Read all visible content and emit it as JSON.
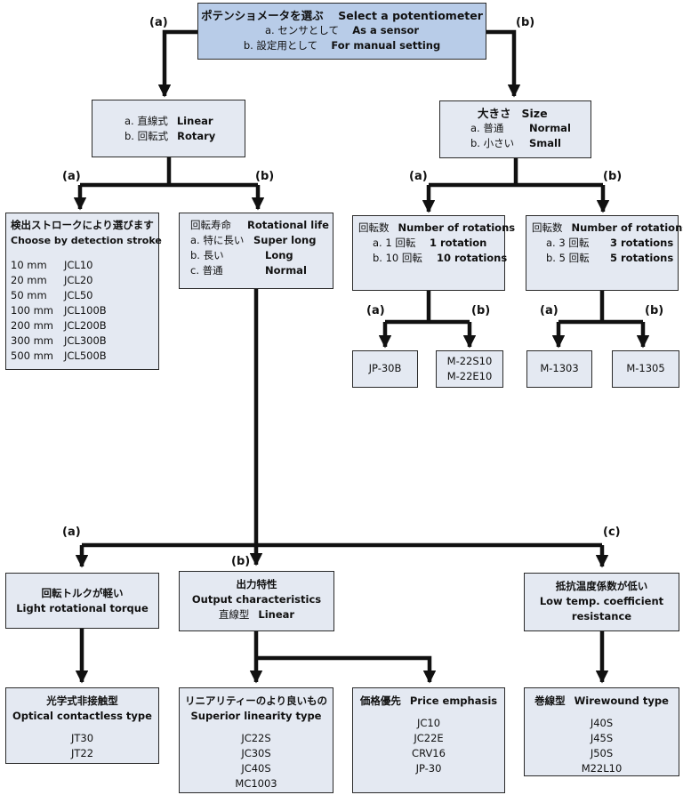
{
  "branch_labels": {
    "a": "(a)",
    "b": "(b)",
    "c": "(c)"
  },
  "root": {
    "title_jp": "ポテンショメータを選ぶ",
    "title_en": "Select a potentiometer",
    "opt_a_jp": "a. センサとして",
    "opt_a_en": "As a sensor",
    "opt_b_jp": "b. 設定用として",
    "opt_b_en": "For manual setting"
  },
  "motion": {
    "opt_a_jp": "a. 直線式",
    "opt_a_en": "Linear",
    "opt_b_jp": "b. 回転式",
    "opt_b_en": "Rotary"
  },
  "stroke": {
    "title_jp": "検出ストロークにより選びます",
    "title_en": "Choose by detection stroke",
    "rows": [
      {
        "size": "10 mm",
        "model": "JCL10"
      },
      {
        "size": "20 mm",
        "model": "JCL20"
      },
      {
        "size": "50 mm",
        "model": "JCL50"
      },
      {
        "size": "100 mm",
        "model": "JCL100B"
      },
      {
        "size": "200 mm",
        "model": "JCL200B"
      },
      {
        "size": "300 mm",
        "model": "JCL300B"
      },
      {
        "size": "500 mm",
        "model": "JCL500B"
      }
    ]
  },
  "life": {
    "title_jp": "回転寿命",
    "title_en": "Rotational life",
    "opt_a_jp": "a. 特に長い",
    "opt_a_en": "Super long",
    "opt_b_jp": "b. 長い",
    "opt_b_en": "Long",
    "opt_c_jp": "c. 普通",
    "opt_c_en": "Normal"
  },
  "size": {
    "title_jp": "大きさ",
    "title_en": "Size",
    "opt_a_jp": "a. 普通",
    "opt_a_en": "Normal",
    "opt_b_jp": "b. 小さい",
    "opt_b_en": "Small"
  },
  "rot_normal": {
    "title_jp": "回転数",
    "title_en": "Number of rotations",
    "opt_a_jp": "a. 1 回転",
    "opt_a_en": "1 rotation",
    "opt_b_jp": "b. 10 回転",
    "opt_b_en": "10 rotations"
  },
  "rot_small": {
    "title_jp": "回転数",
    "title_en": "Number of rotations",
    "opt_a_jp": "a. 3 回転",
    "opt_a_en": "3 rotations",
    "opt_b_jp": "b. 5 回転",
    "opt_b_en": "5 rotations"
  },
  "leaf_jp30b": "JP-30B",
  "leaf_m22": [
    "M-22S10",
    "M-22E10"
  ],
  "leaf_m1303": "M-1303",
  "leaf_m1305": "M-1305",
  "torque": {
    "title_jp": "回転トルクが軽い",
    "title_en": "Light rotational torque"
  },
  "output": {
    "title_jp": "出力特性",
    "title_en": "Output characteristics",
    "opt_jp": "直線型",
    "opt_en": "Linear"
  },
  "tempco": {
    "title_jp": "抵抗温度係数が低い",
    "title_en_1": "Low temp. coefficient",
    "title_en_2": "resistance"
  },
  "optical": {
    "title_jp": "光学式非接触型",
    "title_en": "Optical contactless type",
    "models": [
      "JT30",
      "JT22"
    ]
  },
  "linearity": {
    "title_jp": "リニアリティーのより良いもの",
    "title_en": "Superior linearity type",
    "models": [
      "JC22S",
      "JC30S",
      "JC40S",
      "MC1003"
    ]
  },
  "price": {
    "title_jp": "価格優先",
    "title_en": "Price emphasis",
    "models": [
      "JC10",
      "JC22E",
      "CRV16",
      "JP-30"
    ]
  },
  "wirewound": {
    "title_jp": "巻線型",
    "title_en": "Wirewound type",
    "models": [
      "J40S",
      "J45S",
      "J50S",
      "M22L10"
    ]
  }
}
